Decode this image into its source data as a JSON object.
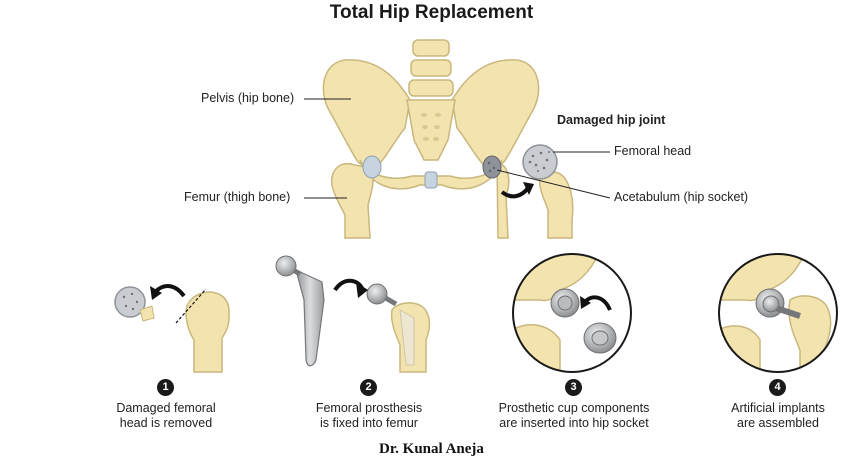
{
  "title": "Total Hip Replacement",
  "labels": {
    "pelvis": "Pelvis (hip bone)",
    "femur": "Femur (thigh bone)",
    "damaged_joint": "Damaged hip joint",
    "femoral_head": "Femoral head",
    "acetabulum": "Acetabulum (hip socket)"
  },
  "steps": [
    {
      "number": "1",
      "line1": "Damaged femoral",
      "line2": "head is removed"
    },
    {
      "number": "2",
      "line1": "Femoral prosthesis",
      "line2": "is fixed into femur"
    },
    {
      "number": "3",
      "line1": "Prosthetic cup components",
      "line2": "are inserted into hip socket"
    },
    {
      "number": "4",
      "line1": "Artificial implants",
      "line2": "are assembled"
    }
  ],
  "credit": "Dr. Kunal Aneja",
  "colors": {
    "bone": "#f3e3ae",
    "bone_outline": "#c9b77d",
    "metal": "#a9abad",
    "cartilage": "#c7d3de",
    "text": "#222222"
  }
}
